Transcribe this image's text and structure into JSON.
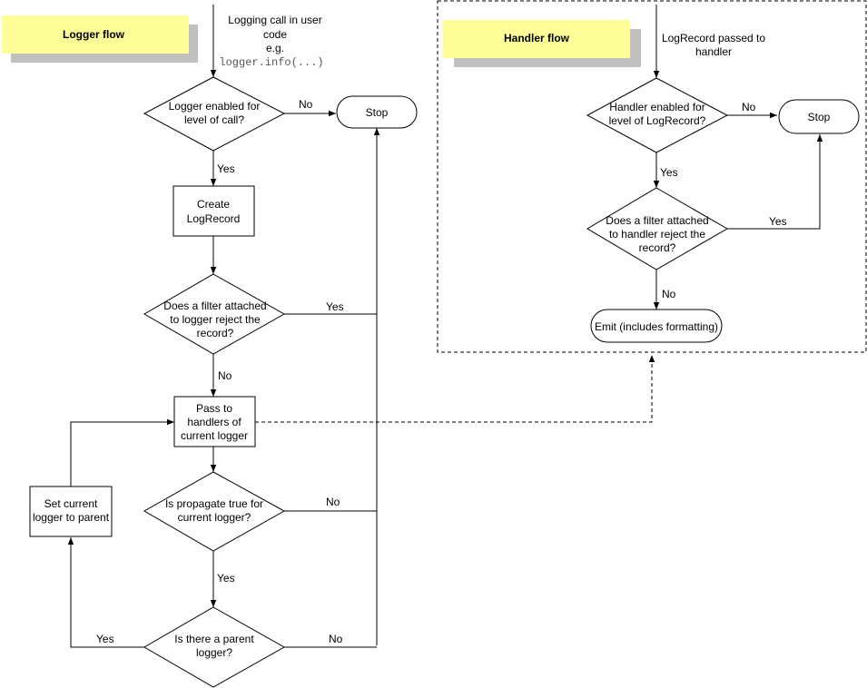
{
  "logger_flow": {
    "title": "Logger flow",
    "entry": [
      "Logging call in user",
      "code",
      "e.g."
    ],
    "entry_code": "logger.info(...)",
    "decision_enabled": [
      "Logger enabled for",
      "level of call?"
    ],
    "stop": "Stop",
    "create_record": [
      "Create",
      "LogRecord"
    ],
    "decision_filter": [
      "Does a filter attached",
      "to logger reject the",
      "record?"
    ],
    "pass_handlers": [
      "Pass to",
      "handlers of",
      "current logger"
    ],
    "decision_propagate": [
      "Is propagate true for",
      "current logger?"
    ],
    "decision_parent": [
      "Is there a parent",
      "logger?"
    ],
    "set_parent": [
      "Set current",
      "logger to parent"
    ],
    "edge_labels": {
      "enabled_no": "No",
      "enabled_yes": "Yes",
      "filter_yes": "Yes",
      "filter_no": "No",
      "propagate_no": "No",
      "propagate_yes": "Yes",
      "parent_yes": "Yes",
      "parent_no": "No"
    }
  },
  "handler_flow": {
    "title": "Handler flow",
    "entry": [
      "LogRecord passed to",
      "handler"
    ],
    "decision_enabled": [
      "Handler enabled for",
      "level of LogRecord?"
    ],
    "stop": "Stop",
    "decision_filter": [
      "Does a filter attached",
      "to handler reject the",
      "record?"
    ],
    "emit": "Emit (includes formatting)",
    "edge_labels": {
      "enabled_no": "No",
      "enabled_yes": "Yes",
      "filter_yes": "Yes",
      "filter_no": "No"
    }
  },
  "colors": {
    "title_box": "#ffff99",
    "title_shadow": "#c0c0c0",
    "stroke": "#000000"
  }
}
